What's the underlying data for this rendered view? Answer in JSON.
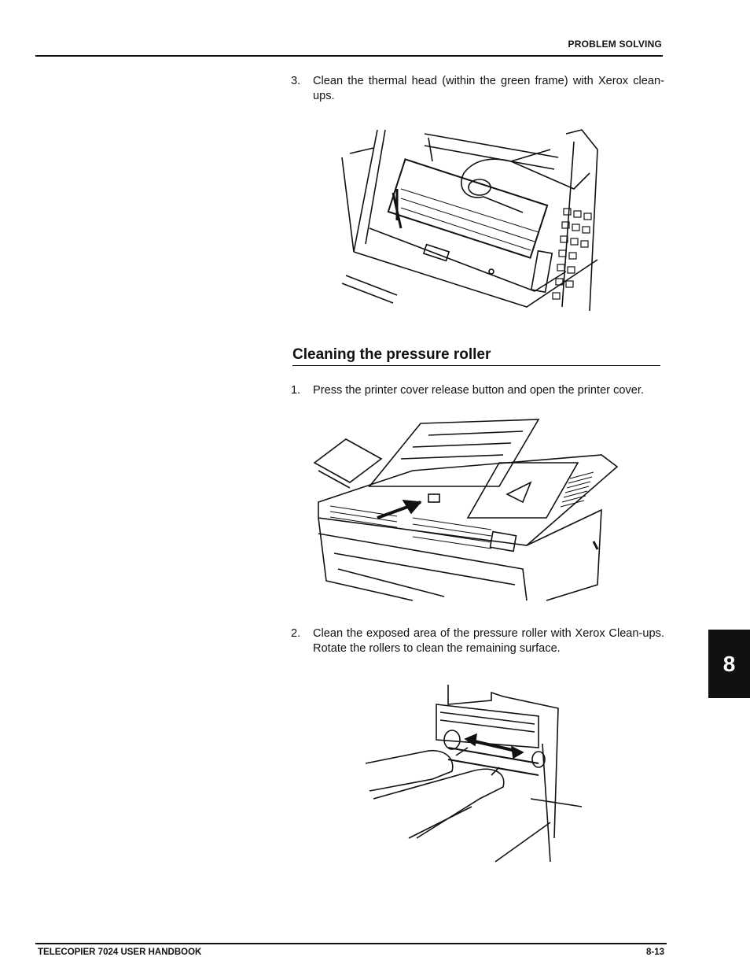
{
  "header": {
    "section_label": "PROBLEM SOLVING"
  },
  "steps_thermal": [
    {
      "number": "3.",
      "text": "Clean the thermal head (within the green frame) with Xerox clean-ups."
    }
  ],
  "section": {
    "title": "Cleaning the pressure roller"
  },
  "steps_roller": [
    {
      "number": "1.",
      "text": "Press the printer cover release button and open the printer cover."
    },
    {
      "number": "2.",
      "text": "Clean the exposed area of the pressure roller with Xerox Clean-ups. Rotate the rollers to clean the remaining surface."
    }
  ],
  "chapter_tab": {
    "label": "8"
  },
  "footer": {
    "left": "TELECOPIER 7024 USER HANDBOOK",
    "right": "8-13"
  }
}
